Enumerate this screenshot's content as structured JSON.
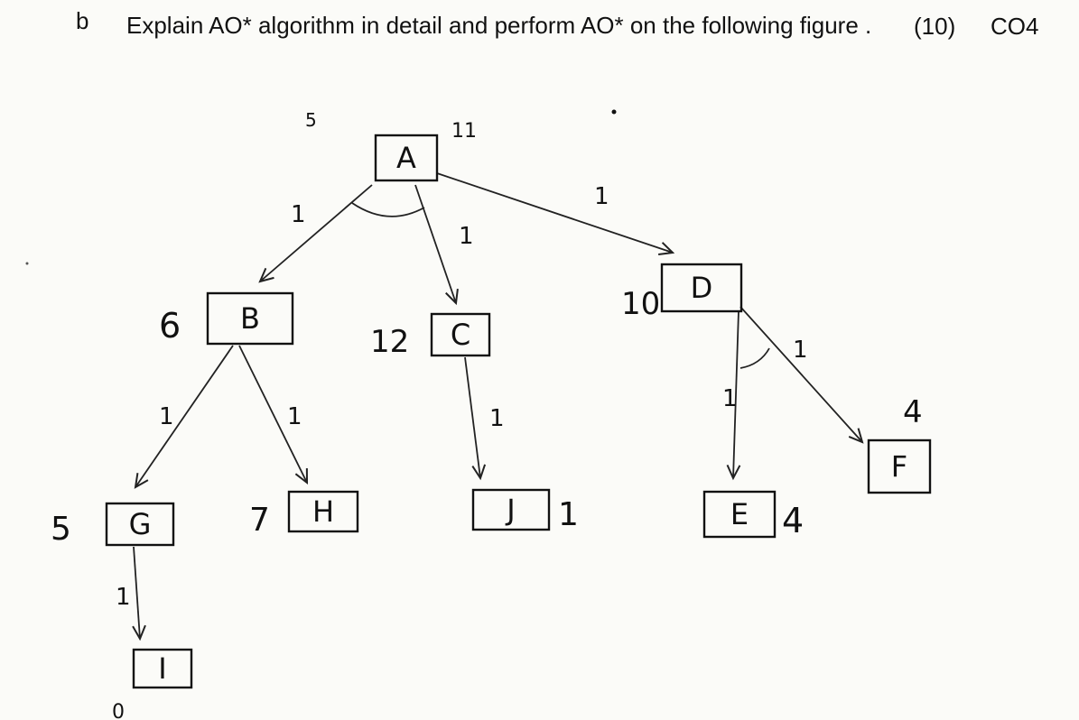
{
  "question": {
    "letter": "b",
    "text": "Explain AO* algorithm in detail and perform AO* on the following figure .",
    "marks": "(10)",
    "co": "CO4"
  },
  "graph": {
    "nodes": [
      {
        "id": "A",
        "label": "A",
        "heuristic": "11"
      },
      {
        "id": "B",
        "label": "B",
        "heuristic": "6"
      },
      {
        "id": "C",
        "label": "C",
        "heuristic": "12"
      },
      {
        "id": "D",
        "label": "D",
        "heuristic": "10"
      },
      {
        "id": "G",
        "label": "G",
        "heuristic": "5"
      },
      {
        "id": "H",
        "label": "H",
        "heuristic": "7"
      },
      {
        "id": "J",
        "label": "J",
        "heuristic": "1"
      },
      {
        "id": "E",
        "label": "E",
        "heuristic": "4"
      },
      {
        "id": "F",
        "label": "F",
        "heuristic": "4"
      },
      {
        "id": "I",
        "label": "I",
        "heuristic": "0"
      }
    ],
    "edges": [
      {
        "from": "A",
        "to": "B",
        "cost": "1"
      },
      {
        "from": "A",
        "to": "C",
        "cost": "1"
      },
      {
        "from": "A",
        "to": "D",
        "cost": "1"
      },
      {
        "from": "B",
        "to": "G",
        "cost": "1"
      },
      {
        "from": "B",
        "to": "H",
        "cost": "1"
      },
      {
        "from": "C",
        "to": "J",
        "cost": "1"
      },
      {
        "from": "D",
        "to": "E",
        "cost": "1"
      },
      {
        "from": "D",
        "to": "F",
        "cost": "1"
      },
      {
        "from": "G",
        "to": "I",
        "cost": "1"
      }
    ],
    "and_arcs": [
      {
        "from": "A",
        "joins": [
          "B",
          "C"
        ]
      },
      {
        "from": "D",
        "joins": [
          "E",
          "F"
        ]
      }
    ],
    "stray_mark": "5"
  }
}
